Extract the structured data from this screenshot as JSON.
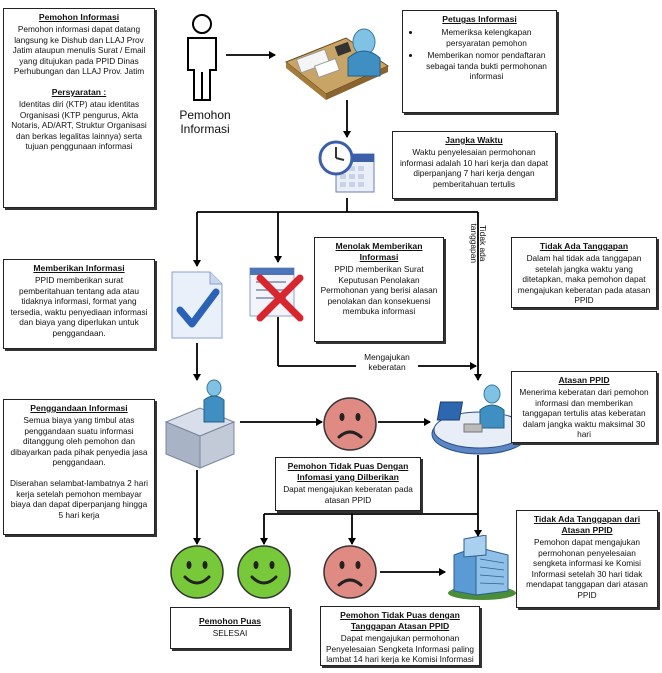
{
  "actor_label": "Pemohon Informasi",
  "boxes": {
    "pemohon": {
      "title": "Pemohon Informasi",
      "body": "Pemohon informasi dapat datang langsung ke Dishub dan LLAJ Prov Jatim ataupun menulis Surat / Email yang ditujukan pada PPID Dinas Perhubungan dan LLAJ Prov. Jatim",
      "title2": "Persyaratan :",
      "body2": "Identitas diri (KTP) atau identitas Organisasi (KTP pengurus, Akta Notaris, AD/ART, Struktur Organisasi dan berkas legalitas lainnya) serta tujuan penggunaan informasi"
    },
    "petugas": {
      "title": "Petugas Informasi",
      "items": [
        "Memeriksa kelengkapan persyaratan pemohon",
        "Memberikan nomor pendaftaran sebagai tanda bukti permohonan informasi"
      ]
    },
    "jangka": {
      "title": "Jangka Waktu",
      "body": "Waktu penyelesaian permohonan informasi adalah 10 hari kerja dan dapat diperpanjang 7 hari kerja dengan pemberitahuan tertulis"
    },
    "menolak": {
      "title": "Menolak Memberikan Informasi",
      "body": "PPID memberikan Surat Keputusan Penolakan Permohonan yang berisi alasan penolakan dan konsekuensi membuka informasi"
    },
    "tidak_ada": {
      "title": "Tidak Ada Tanggapan",
      "body": "Dalam hal tidak ada tanggapan setelah jangka waktu yang ditetapkan, maka pemohon dapat mengajukan keberatan pada atasan PPID"
    },
    "memberikan": {
      "title": "Memberikan Informasi",
      "body": "PPID memberikan surat pemberitahuan tentang ada atau tidaknya informasi, format yang tersedia, waktu penyediaan informasi dan biaya yang diperlukan untuk penggandaan."
    },
    "atasan": {
      "title": "Atasan PPID",
      "body": "Menerima keberatan dari pemohon informasi dan memberikan tanggapan tertulis atas keberatan dalam jangka waktu maksimal 30 hari"
    },
    "penggandaan": {
      "title": "Penggandaan Informasi",
      "body": "Semua biaya yang timbul atas penggandaan suatu informasi ditanggung oleh pemohon dan dibayarkan pada pihak penyedia jasa penggandaan.",
      "body2": "Diserahan selambat-lambatnya 2 hari kerja setelah pemohon membayar biaya dan dapat diperpanjang hingga 5 hari kerja"
    },
    "tidak_puas1": {
      "title": "Pemohon Tidak Puas Dengan Infomasi yang Dilberikan",
      "body": "Dapat mengajukan keberatan pada atasan PPID"
    },
    "tidak_ada_atasan": {
      "title": "Tidak Ada Tanggapan dari Atasan PPID",
      "body": "Pemohon dapat mengajukan permohonan penyelesaian sengketa informasi ke Komisi Informasi setelah 30 hari tidak mendapat tanggapan dari atasan PPID"
    },
    "puas": {
      "title": "Pemohon Puas",
      "body": "SELESAI"
    },
    "tidak_puas2": {
      "title": "Pemohon Tidak Puas dengan Tanggapan Atasan PPID",
      "body": "Dapat mengajukan permohonan Penyelesaian Sengketa Informasi paling lambat 14 hari kerja ke Komisi Informasi"
    }
  },
  "labels": {
    "tidak_ada_tanggapan": "Tidak ada tanggapan",
    "mengajukan": "Mengajukan keberatan"
  },
  "colors": {
    "happy": "#77c93a",
    "sad": "#e08a84",
    "reject": "#d8262e",
    "check": "#2a62b8",
    "clock": "#3b5fa8"
  }
}
